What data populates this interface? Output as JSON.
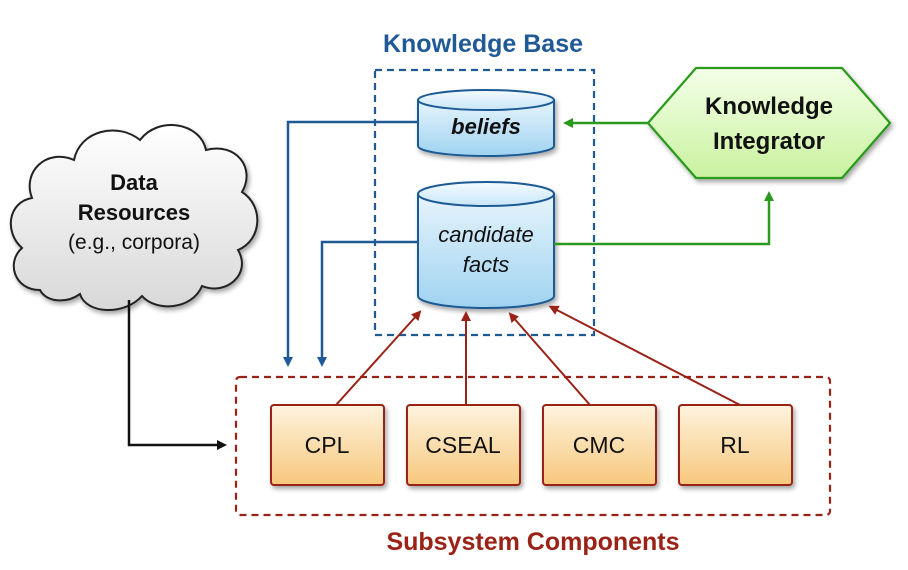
{
  "knowledge_base": {
    "title": "Knowledge Base",
    "beliefs": "beliefs",
    "candidate_line1": "candidate",
    "candidate_line2": "facts"
  },
  "integrator": {
    "line1": "Knowledge",
    "line2": "Integrator"
  },
  "data_resources": {
    "line1": "Data",
    "line2": "Resources",
    "line3": "(e.g., corpora)"
  },
  "subsystem": {
    "title": "Subsystem Components",
    "components": [
      "CPL",
      "CSEAL",
      "CMC",
      "RL"
    ]
  },
  "colors": {
    "blue": "#1f5a96",
    "green": "#2a9a1e",
    "darkred": "#9a2216",
    "black": "#111111"
  }
}
